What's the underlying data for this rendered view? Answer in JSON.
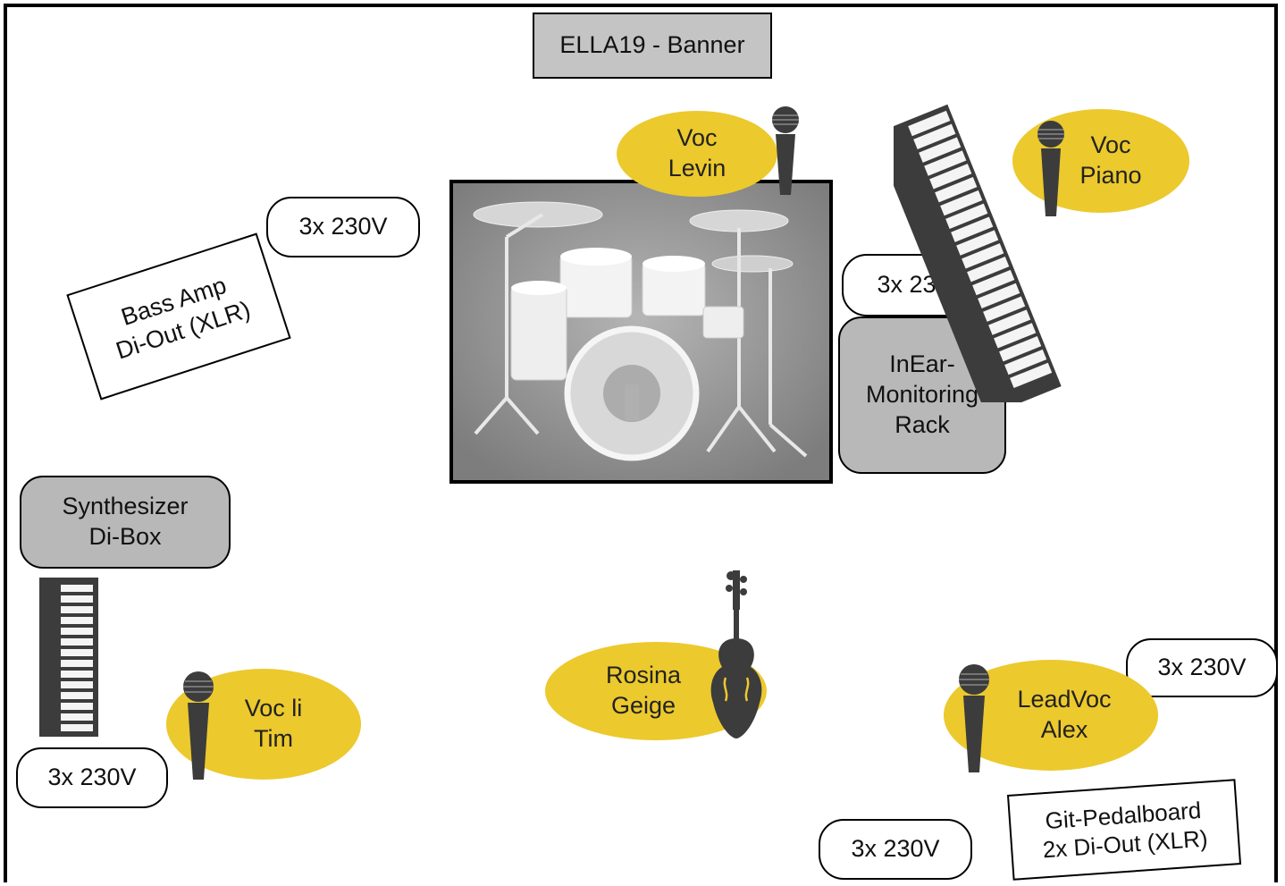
{
  "banner": "ELLA19 - Banner",
  "power": {
    "p1": "3x 230V",
    "p2": "3x 230V",
    "p3": "3x 230V",
    "p4": "3x 230V",
    "p5": "3x 230V"
  },
  "bass_amp": [
    "Bass Amp",
    "Di-Out (XLR)"
  ],
  "inear": [
    "InEar-",
    "Monitoring",
    "Rack"
  ],
  "synth": [
    "Synthesizer",
    "Di-Box"
  ],
  "pedalboard": [
    "Git-Pedalboard",
    "2x Di-Out (XLR)"
  ],
  "vocals": {
    "levin": [
      "Voc",
      "Levin"
    ],
    "piano": [
      "Voc",
      "Piano"
    ],
    "tim": [
      "Voc li",
      "Tim"
    ],
    "rosina": [
      "Rosina",
      "Geige"
    ],
    "alex": [
      "LeadVoc",
      "Alex"
    ]
  },
  "icons": [
    "drum-kit-icon",
    "microphone-icon",
    "keyboard-icon",
    "violin-icon"
  ],
  "colors": {
    "vocal_ellipse": "#ecc92d",
    "gray_box": "#b8b8b8",
    "icon_dark": "#3c3c3c"
  }
}
